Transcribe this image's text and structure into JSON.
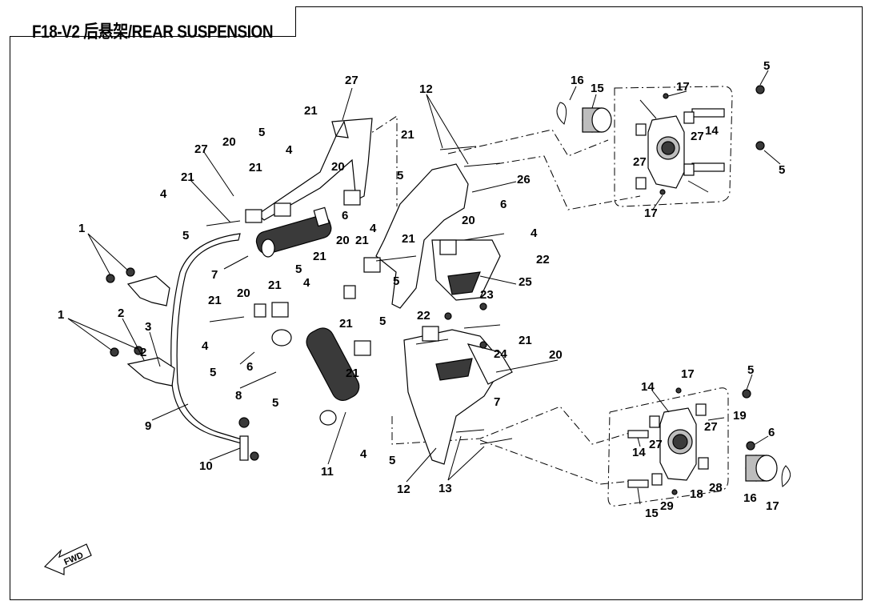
{
  "title": "F18-V2 后悬架/REAR SUSPENSION",
  "fwd_label": "FWD",
  "callouts": [
    {
      "n": "1"
    },
    {
      "n": "1"
    },
    {
      "n": "2"
    },
    {
      "n": "2"
    },
    {
      "n": "3"
    },
    {
      "n": "4"
    },
    {
      "n": "4"
    },
    {
      "n": "4"
    },
    {
      "n": "4"
    },
    {
      "n": "4"
    },
    {
      "n": "4"
    },
    {
      "n": "4"
    },
    {
      "n": "5"
    },
    {
      "n": "5"
    },
    {
      "n": "5"
    },
    {
      "n": "5"
    },
    {
      "n": "5"
    },
    {
      "n": "5"
    },
    {
      "n": "5"
    },
    {
      "n": "5"
    },
    {
      "n": "5"
    },
    {
      "n": "5"
    },
    {
      "n": "5"
    },
    {
      "n": "5"
    },
    {
      "n": "6"
    },
    {
      "n": "6"
    },
    {
      "n": "6"
    },
    {
      "n": "6"
    },
    {
      "n": "7"
    },
    {
      "n": "7"
    },
    {
      "n": "8"
    },
    {
      "n": "9"
    },
    {
      "n": "10"
    },
    {
      "n": "11"
    },
    {
      "n": "12"
    },
    {
      "n": "12"
    },
    {
      "n": "13"
    },
    {
      "n": "14"
    },
    {
      "n": "14"
    },
    {
      "n": "14"
    },
    {
      "n": "15"
    },
    {
      "n": "15"
    },
    {
      "n": "16"
    },
    {
      "n": "16"
    },
    {
      "n": "17"
    },
    {
      "n": "17"
    },
    {
      "n": "17"
    },
    {
      "n": "17"
    },
    {
      "n": "18"
    },
    {
      "n": "19"
    },
    {
      "n": "20"
    },
    {
      "n": "20"
    },
    {
      "n": "20"
    },
    {
      "n": "20"
    },
    {
      "n": "20"
    },
    {
      "n": "20"
    },
    {
      "n": "21"
    },
    {
      "n": "21"
    },
    {
      "n": "21"
    },
    {
      "n": "21"
    },
    {
      "n": "21"
    },
    {
      "n": "21"
    },
    {
      "n": "21"
    },
    {
      "n": "21"
    },
    {
      "n": "21"
    },
    {
      "n": "21"
    },
    {
      "n": "21"
    },
    {
      "n": "21"
    },
    {
      "n": "22"
    },
    {
      "n": "22"
    },
    {
      "n": "23"
    },
    {
      "n": "24"
    },
    {
      "n": "25"
    },
    {
      "n": "26"
    },
    {
      "n": "27"
    },
    {
      "n": "27"
    },
    {
      "n": "27"
    },
    {
      "n": "27"
    },
    {
      "n": "27"
    },
    {
      "n": "27"
    },
    {
      "n": "28"
    },
    {
      "n": "29"
    }
  ]
}
